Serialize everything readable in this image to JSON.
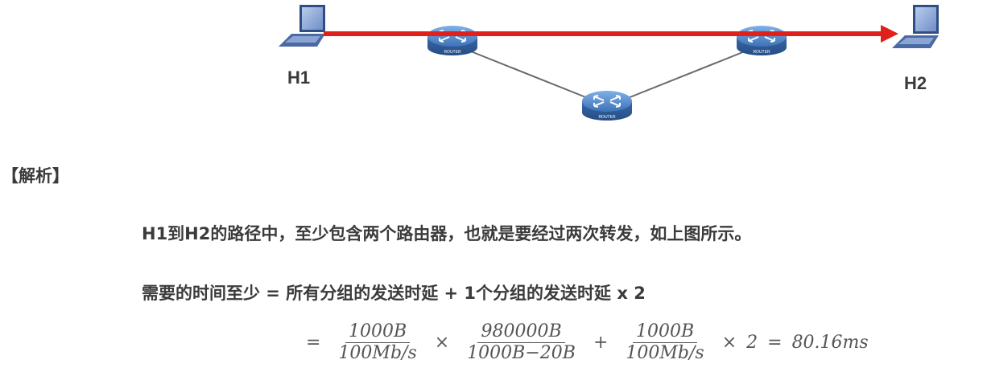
{
  "diagram": {
    "hosts": {
      "h1": "H1",
      "h2": "H2"
    },
    "router_label": "ROUTER",
    "path_color": "#e0201b",
    "link_color": "#6a6a6a",
    "router_color": "#4f86c6"
  },
  "analysis": {
    "heading": "【解析】",
    "line1": "H1到H2的路径中，至少包含两个路由器，也就是要经过两次转发，如上图所示。",
    "line2": "需要的时间至少 = 所有分组的发送时延 + 1个分组的发送时延 x 2"
  },
  "formula": {
    "eq": "=",
    "frac1": {
      "num": "1000B",
      "den": "100Mb/s"
    },
    "times1": "×",
    "frac2": {
      "num": "980000B",
      "den": "1000B−20B"
    },
    "plus": "+",
    "frac3": {
      "num": "1000B",
      "den": "100Mb/s"
    },
    "times2": "×",
    "factor": "2",
    "eq2": "=",
    "result": "80.16ms"
  }
}
